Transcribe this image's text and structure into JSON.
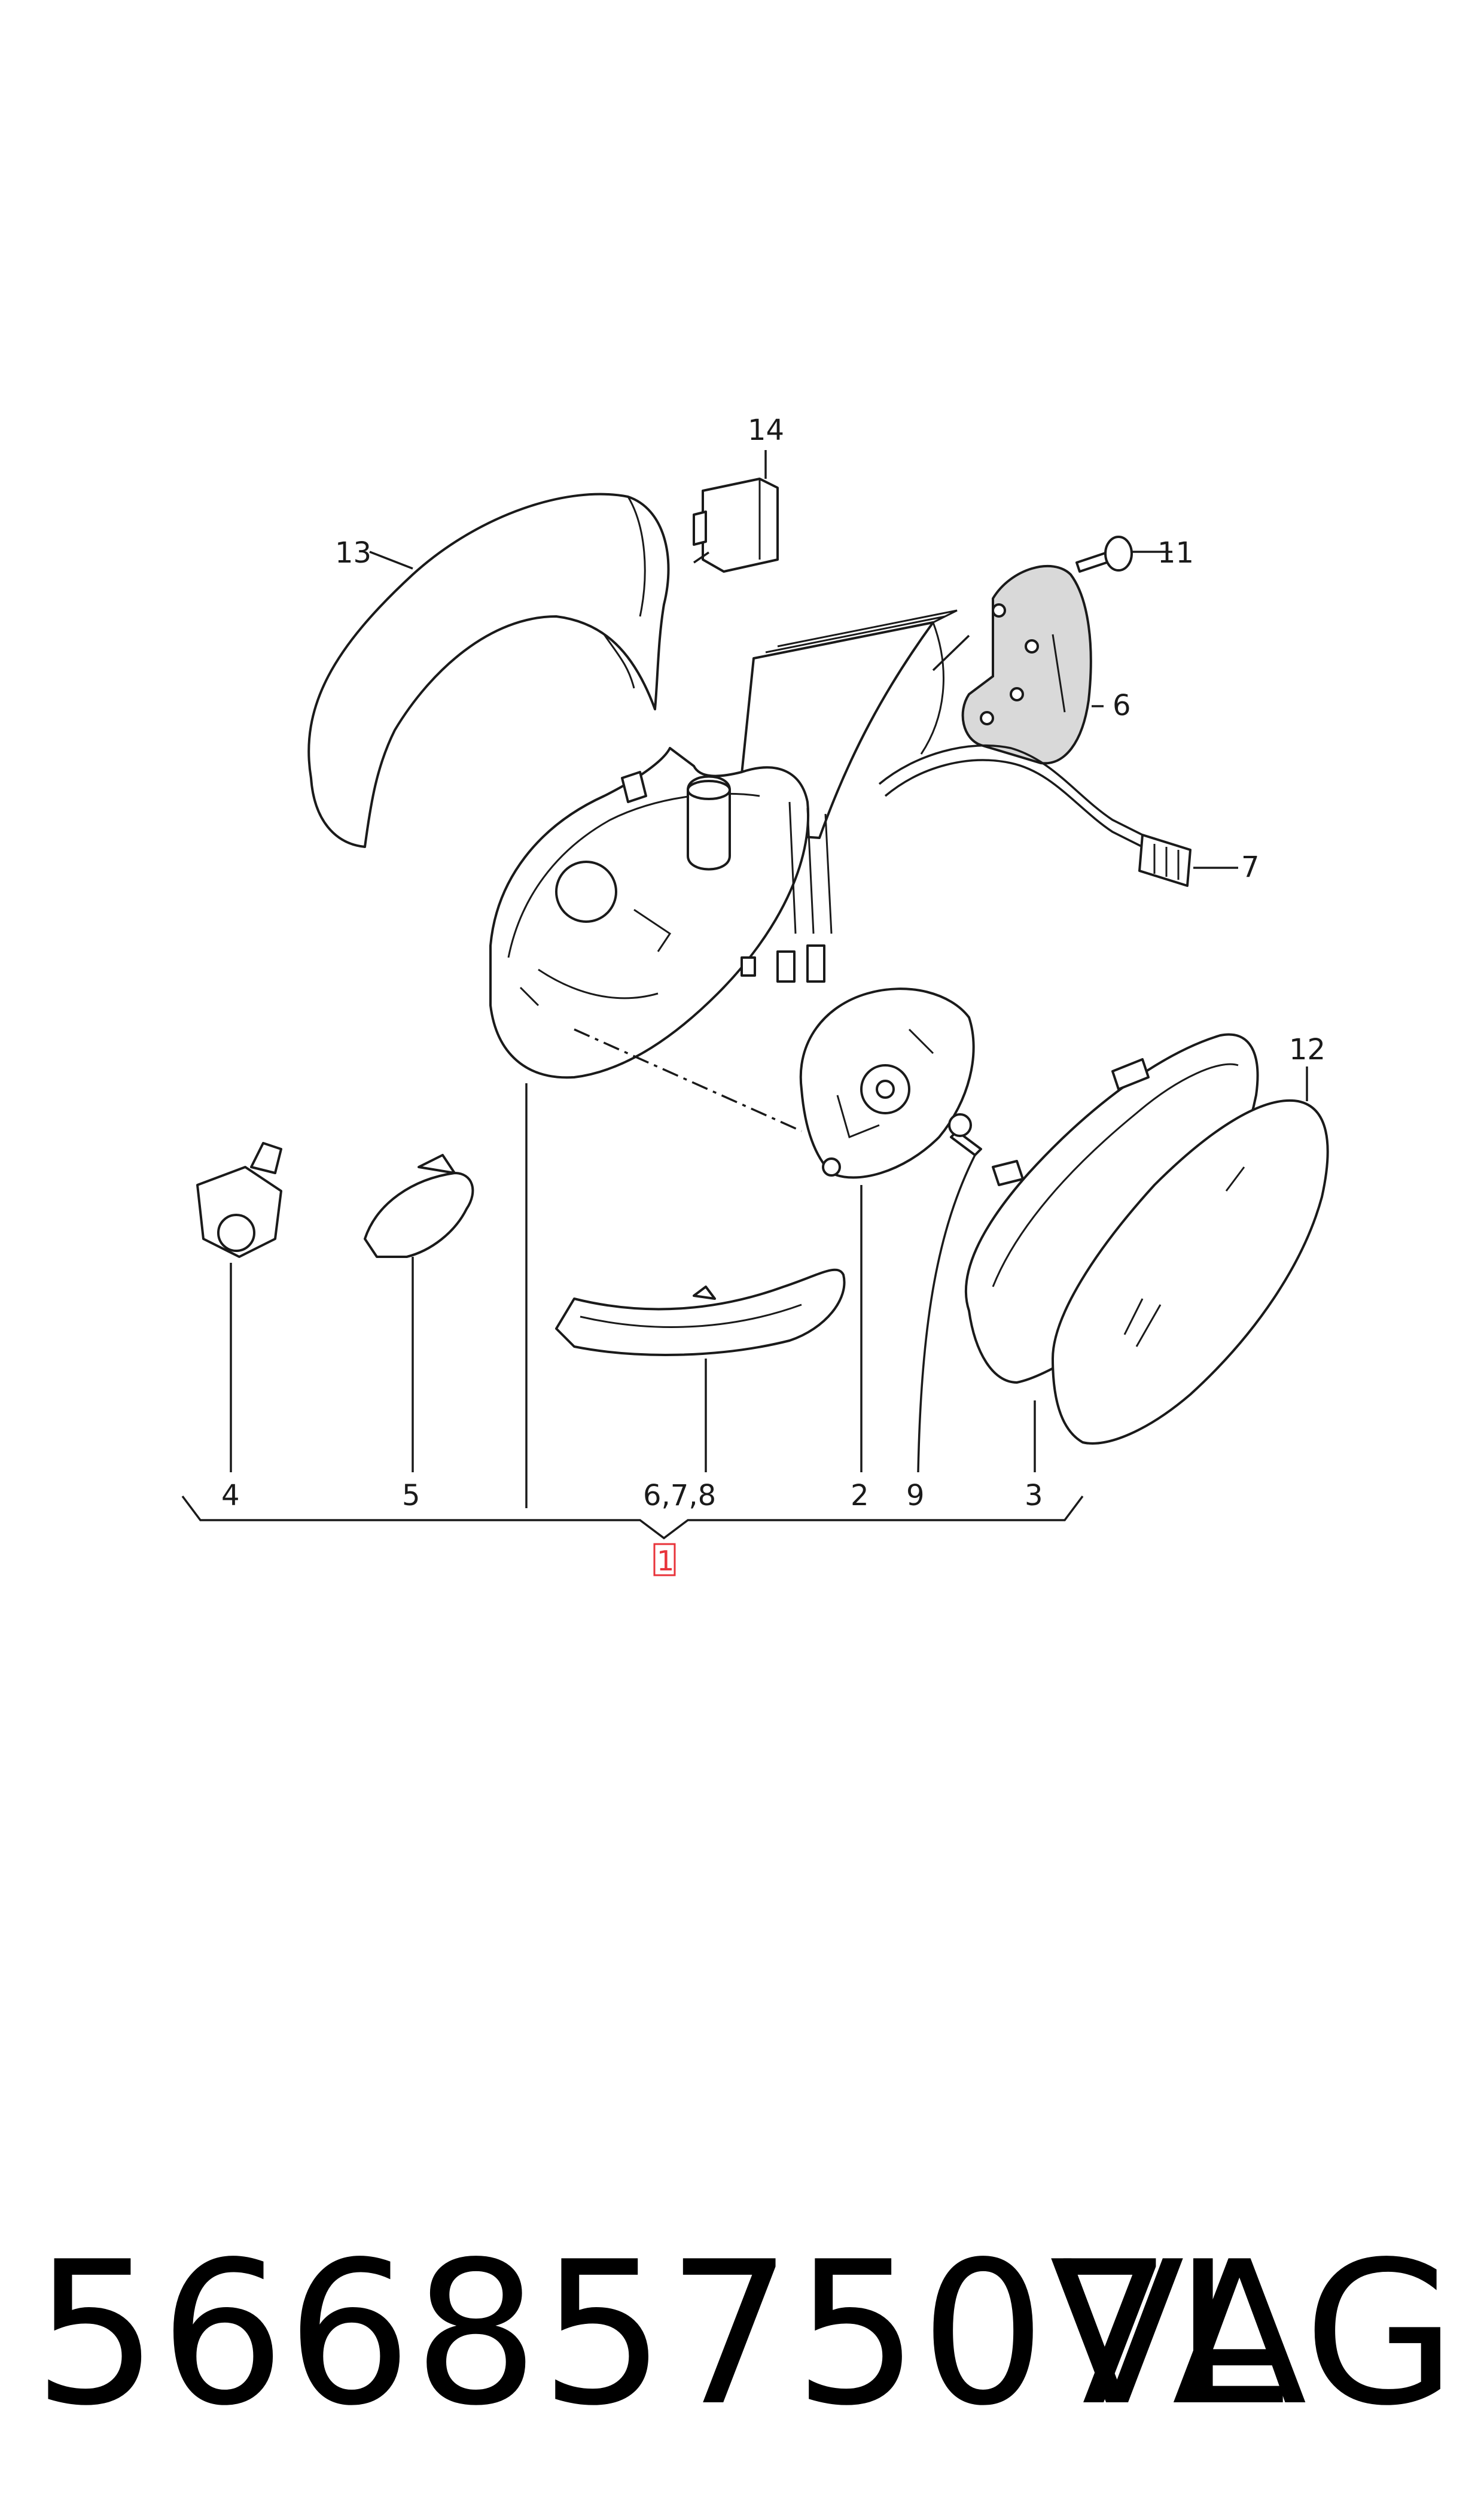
{
  "diagram": {
    "callouts": {
      "c1": "1",
      "c2": "2",
      "c3": "3",
      "c4": "4",
      "c5": "5",
      "c6": "6",
      "c678": "6,7,8",
      "c7": "7",
      "c9": "9",
      "c11": "11",
      "c12": "12",
      "c13": "13",
      "c14": "14"
    },
    "highlight_color": "#e8333a"
  },
  "footer": {
    "part_number": "566857507L",
    "brand": "VAG"
  }
}
